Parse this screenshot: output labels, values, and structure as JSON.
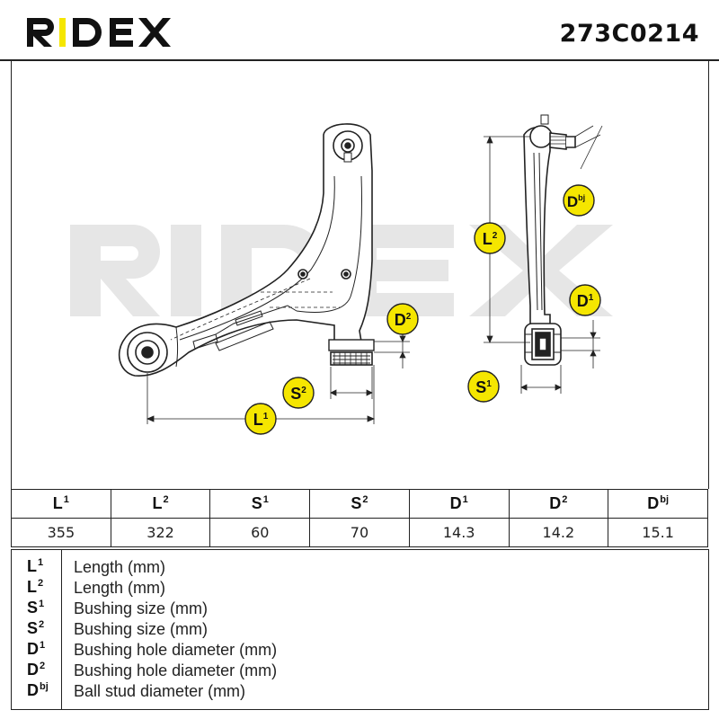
{
  "header": {
    "brand": "RIDEX",
    "part_number": "273C0214"
  },
  "watermark": "RIDEX",
  "labels": {
    "L1": {
      "letter": "L",
      "sup": "1"
    },
    "L2": {
      "letter": "L",
      "sup": "2"
    },
    "S1": {
      "letter": "S",
      "sup": "1"
    },
    "S2": {
      "letter": "S",
      "sup": "2"
    },
    "D1": {
      "letter": "D",
      "sup": "1"
    },
    "D2": {
      "letter": "D",
      "sup": "2"
    },
    "Dbj": {
      "letter": "D",
      "sup": "bj"
    }
  },
  "table": {
    "headers": [
      {
        "letter": "L",
        "sup": "1"
      },
      {
        "letter": "L",
        "sup": "2"
      },
      {
        "letter": "S",
        "sup": "1"
      },
      {
        "letter": "S",
        "sup": "2"
      },
      {
        "letter": "D",
        "sup": "1"
      },
      {
        "letter": "D",
        "sup": "2"
      },
      {
        "letter": "D",
        "sup": "bj"
      }
    ],
    "values": [
      "355",
      "322",
      "60",
      "70",
      "14.3",
      "14.2",
      "15.1"
    ]
  },
  "legend": [
    {
      "letter": "L",
      "sup": "1",
      "desc": "Length (mm)"
    },
    {
      "letter": "L",
      "sup": "2",
      "desc": "Length (mm)"
    },
    {
      "letter": "S",
      "sup": "1",
      "desc": "Bushing size (mm)"
    },
    {
      "letter": "S",
      "sup": "2",
      "desc": "Bushing size (mm)"
    },
    {
      "letter": "D",
      "sup": "1",
      "desc": "Bushing hole diameter (mm)"
    },
    {
      "letter": "D",
      "sup": "2",
      "desc": "Bushing hole diameter (mm)"
    },
    {
      "letter": "D",
      "sup": "bj",
      "desc": "Ball stud diameter (mm)"
    }
  ],
  "colors": {
    "badge_fill": "#f5e600",
    "line": "#222222",
    "watermark": "#e4e4e4"
  }
}
